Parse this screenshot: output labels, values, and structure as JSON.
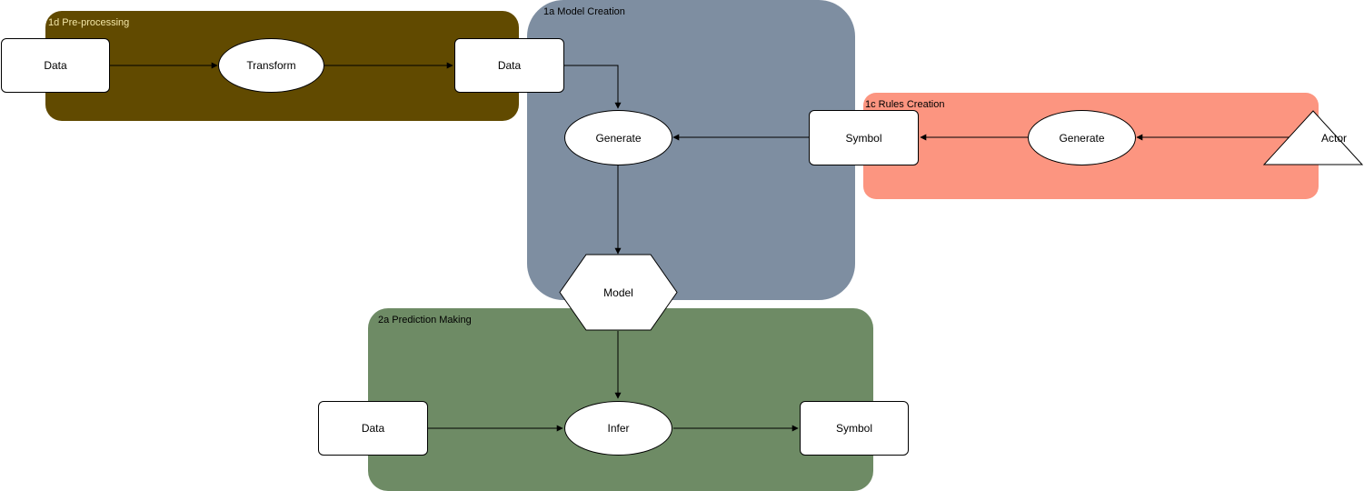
{
  "groups": {
    "preprocessing": {
      "label": "1d Pre-processing",
      "color": "#614a00",
      "label_color": "#f2e6a8"
    },
    "model_creation": {
      "label": "1a Model Creation",
      "color": "#7e8ea1",
      "label_color": "#000000"
    },
    "rules_creation": {
      "label": "1c Rules Creation",
      "color": "#fc9580",
      "label_color": "#000000"
    },
    "prediction_making": {
      "label": "2a Prediction Making",
      "color": "#6e8b65",
      "label_color": "#000000"
    }
  },
  "nodes": {
    "data_raw": "Data",
    "transform": "Transform",
    "data_processed": "Data",
    "generate_model": "Generate",
    "symbol_rules": "Symbol",
    "generate_rules": "Generate",
    "actor": "Actor",
    "model": "Model",
    "data_predict": "Data",
    "infer": "Infer",
    "symbol_output": "Symbol"
  },
  "connections": [
    {
      "from": "data_raw",
      "to": "transform"
    },
    {
      "from": "transform",
      "to": "data_processed"
    },
    {
      "from": "data_processed",
      "to": "generate_model"
    },
    {
      "from": "actor",
      "to": "generate_rules"
    },
    {
      "from": "generate_rules",
      "to": "symbol_rules"
    },
    {
      "from": "symbol_rules",
      "to": "generate_model"
    },
    {
      "from": "generate_model",
      "to": "model"
    },
    {
      "from": "model",
      "to": "infer"
    },
    {
      "from": "data_predict",
      "to": "infer"
    },
    {
      "from": "infer",
      "to": "symbol_output"
    }
  ]
}
